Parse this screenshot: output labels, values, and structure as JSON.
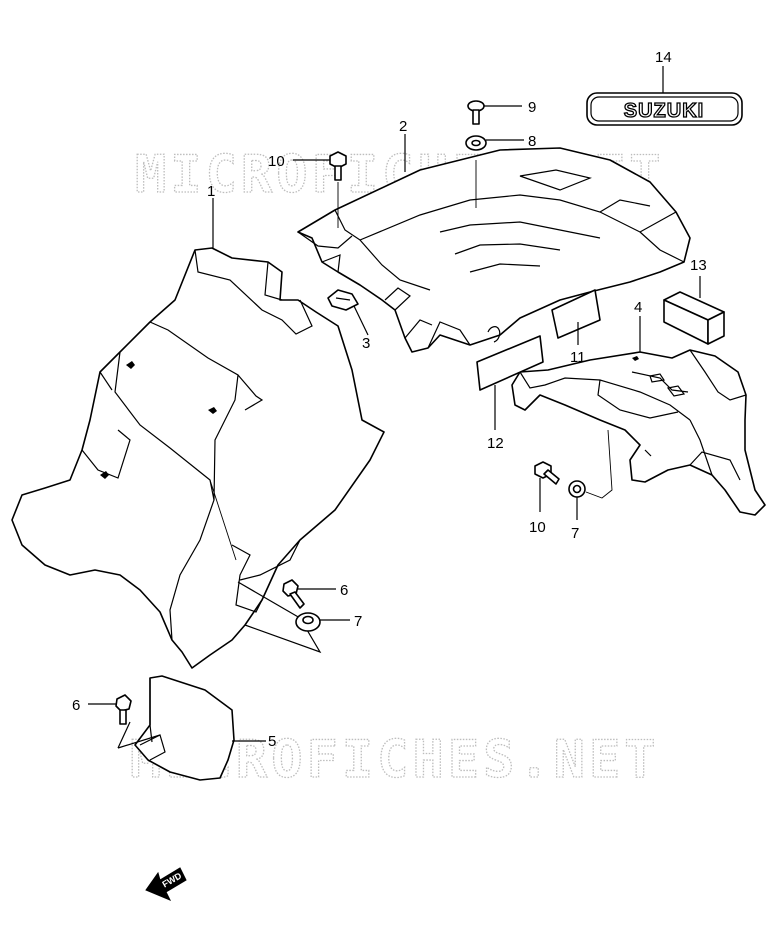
{
  "watermark": {
    "text": "MICROFICHES.NET"
  },
  "logo": {
    "text": "SUZUKI"
  },
  "fwd_label": "FWD",
  "callouts": [
    {
      "id": "c1",
      "label": "1"
    },
    {
      "id": "c2",
      "label": "2"
    },
    {
      "id": "c3",
      "label": "3"
    },
    {
      "id": "c4",
      "label": "4"
    },
    {
      "id": "c5",
      "label": "5"
    },
    {
      "id": "c6a",
      "label": "6"
    },
    {
      "id": "c6b",
      "label": "6"
    },
    {
      "id": "c7a",
      "label": "7"
    },
    {
      "id": "c7b",
      "label": "7"
    },
    {
      "id": "c8",
      "label": "8"
    },
    {
      "id": "c9",
      "label": "9"
    },
    {
      "id": "c10a",
      "label": "10"
    },
    {
      "id": "c10b",
      "label": "10"
    },
    {
      "id": "c11",
      "label": "11"
    },
    {
      "id": "c12",
      "label": "12"
    },
    {
      "id": "c13",
      "label": "13"
    },
    {
      "id": "c14",
      "label": "14"
    }
  ]
}
